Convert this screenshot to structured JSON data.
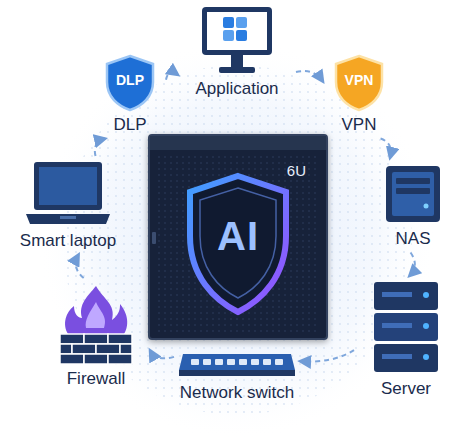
{
  "diagram": {
    "nodes": [
      {
        "text": [
          "Application"
        ]
      },
      {
        "text": [
          "DLP",
          "DLP"
        ]
      },
      {
        "text": [
          "VPN",
          "VPN"
        ]
      },
      {
        "text": [
          "Smart laptop"
        ]
      },
      {
        "text": [
          "6U"
        ]
      },
      {
        "text": [
          "NAS"
        ]
      },
      {
        "text": [
          "Firewall"
        ]
      },
      {
        "text": [
          "Network switch"
        ]
      },
      {
        "text": [
          "Server"
        ]
      }
    ],
    "edges": [
      {
        "from": 0,
        "to": 2,
        "arrow": "to"
      },
      {
        "from": 2,
        "to": 5,
        "arrow": "to"
      },
      {
        "from": 5,
        "to": 8,
        "arrow": "to"
      },
      {
        "from": 8,
        "to": 7,
        "arrow": "to"
      },
      {
        "from": 7,
        "to": 6,
        "arrow": "to"
      },
      {
        "from": 6,
        "to": 3,
        "arrow": "to"
      },
      {
        "from": 3,
        "to": 1,
        "arrow": "to"
      },
      {
        "from": 1,
        "to": 0,
        "arrow": "to"
      }
    ],
    "labels": [
      "AI"
    ]
  }
}
